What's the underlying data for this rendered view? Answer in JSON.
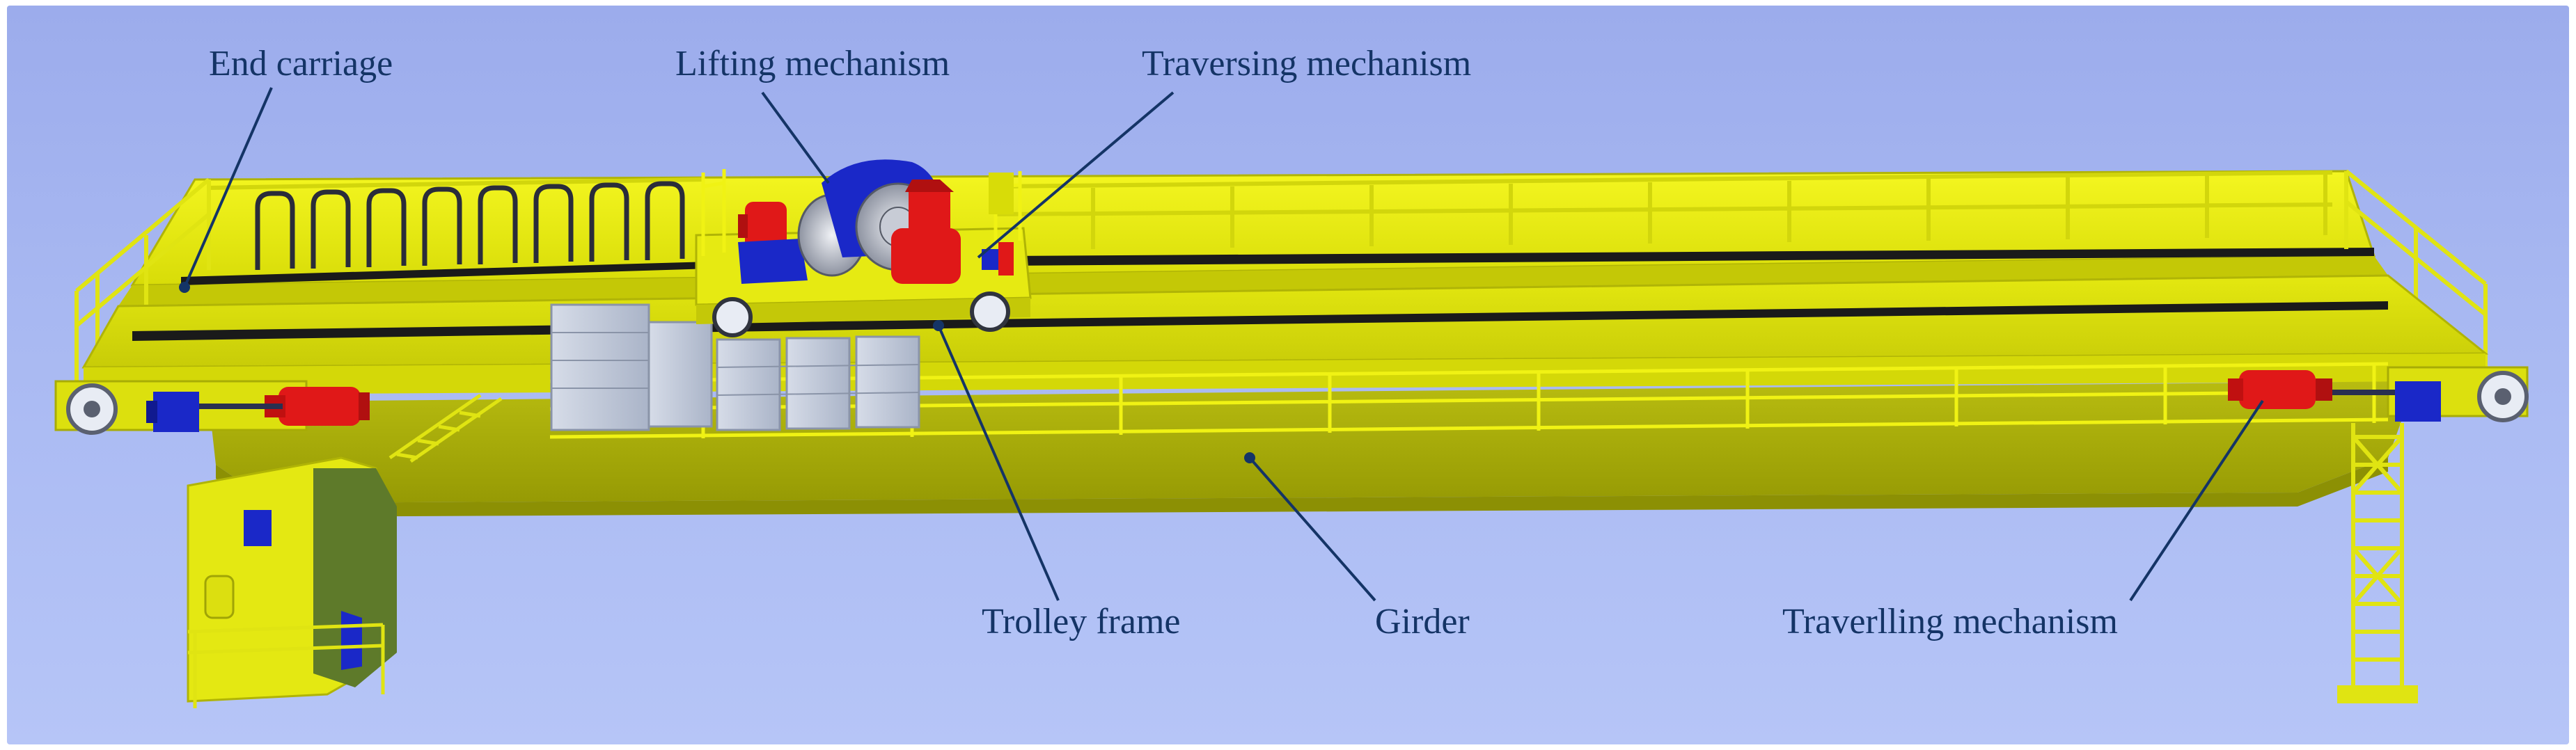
{
  "labels": {
    "end_carriage": "End carriage",
    "lifting_mechanism": "Lifting mechanism",
    "traversing_mechanism": "Traversing mechanism",
    "trolley_frame": "Trolley frame",
    "girder": "Girder",
    "travelling_mechanism": "Traverlling mechanism"
  },
  "colors": {
    "background_top": "#9cacec",
    "background_bottom": "#b6c5f7",
    "crane_yellow": "#e8ec10",
    "girder_olive": "#a8ac08",
    "motor_red": "#e01818",
    "motor_blue": "#1a28c8",
    "panel_grey": "#c4ccdc",
    "leader_line": "#143466"
  },
  "icons": {
    "crane": "overhead-crane-illustration"
  }
}
